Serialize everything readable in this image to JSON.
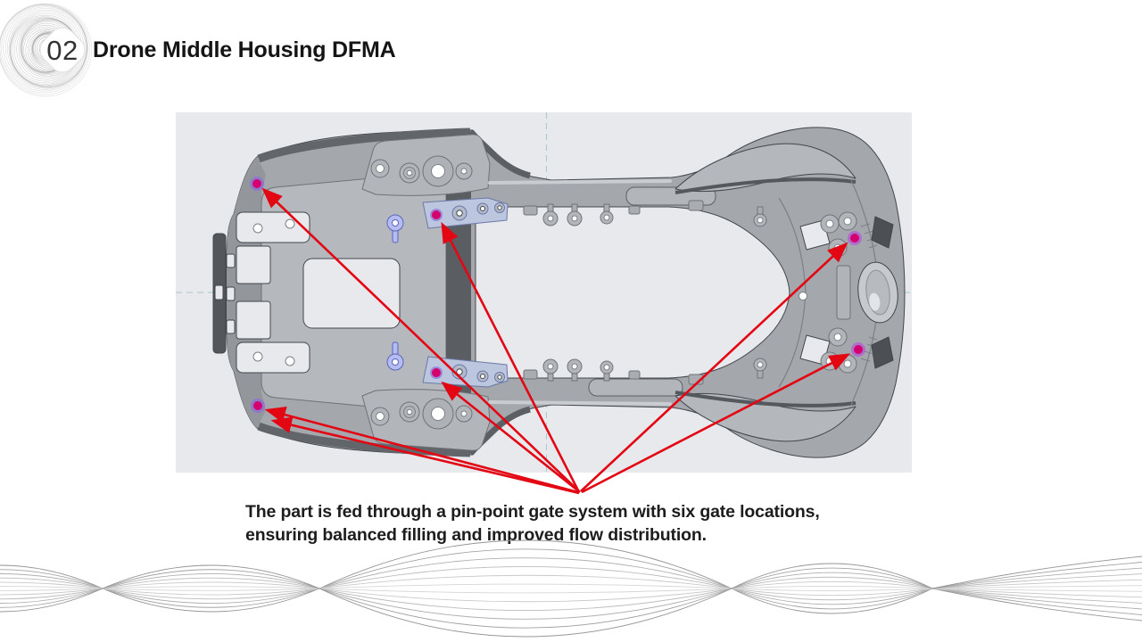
{
  "slide": {
    "number": "02",
    "title": "Drone Middle Housing DFMA"
  },
  "figure": {
    "name": "Drone middle housing CAD top view",
    "gate_system": "pin-point",
    "gate_count": 6,
    "colors": {
      "panel_background": "#e8e9ed",
      "arrow_red": "#e30613",
      "gate_dot_magenta": "#d40070",
      "gate_dot_halo": "#8f6fd4",
      "bracket_blue": "#bcc6df",
      "body_gray": "#a4a8ad",
      "centerline_teal": "#a9c9cc"
    }
  },
  "caption": {
    "line1": "The part is fed through a pin-point gate system with six gate locations,",
    "line2": "ensuring balanced filling and improved flow distribution."
  }
}
